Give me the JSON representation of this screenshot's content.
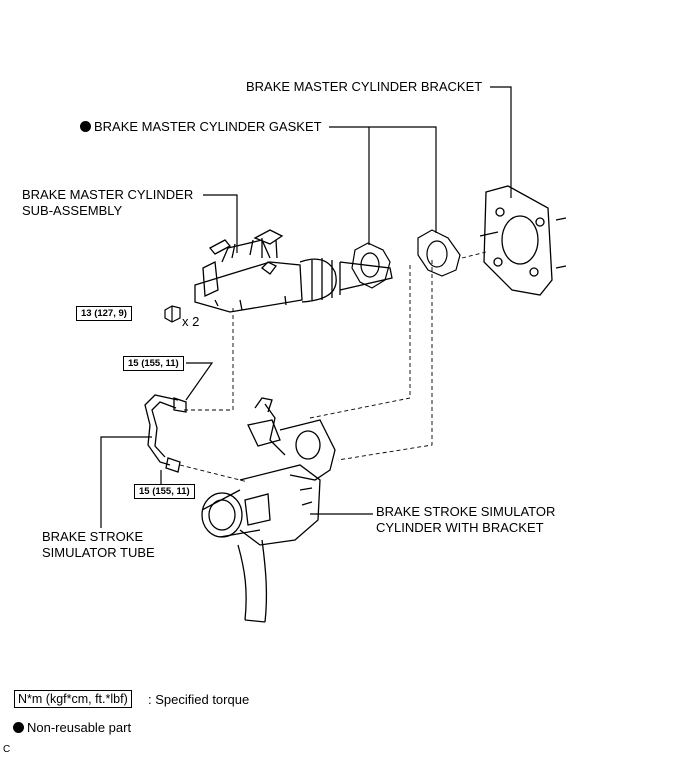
{
  "labels": {
    "bracket": "BRAKE MASTER CYLINDER BRACKET",
    "gasket": "BRAKE MASTER CYLINDER GASKET",
    "sub_assembly_line1": "BRAKE MASTER CYLINDER",
    "sub_assembly_line2": "SUB-ASSEMBLY",
    "simulator_tube_line1": "BRAKE STROKE",
    "simulator_tube_line2": "SIMULATOR TUBE",
    "simulator_cyl_line1": "BRAKE STROKE SIMULATOR",
    "simulator_cyl_line2": "CYLINDER WITH BRACKET",
    "nut_count": "x 2"
  },
  "torques": {
    "nuts": "13 (127, 9)",
    "tube_upper": "15 (155, 11)",
    "tube_lower": "15 (155, 11)"
  },
  "legend": {
    "torque_units": "N*m (kgf*cm, ft.*lbf)",
    "torque_desc": ": Specified torque",
    "non_reusable": "Non-reusable part"
  },
  "corner_code": "C"
}
